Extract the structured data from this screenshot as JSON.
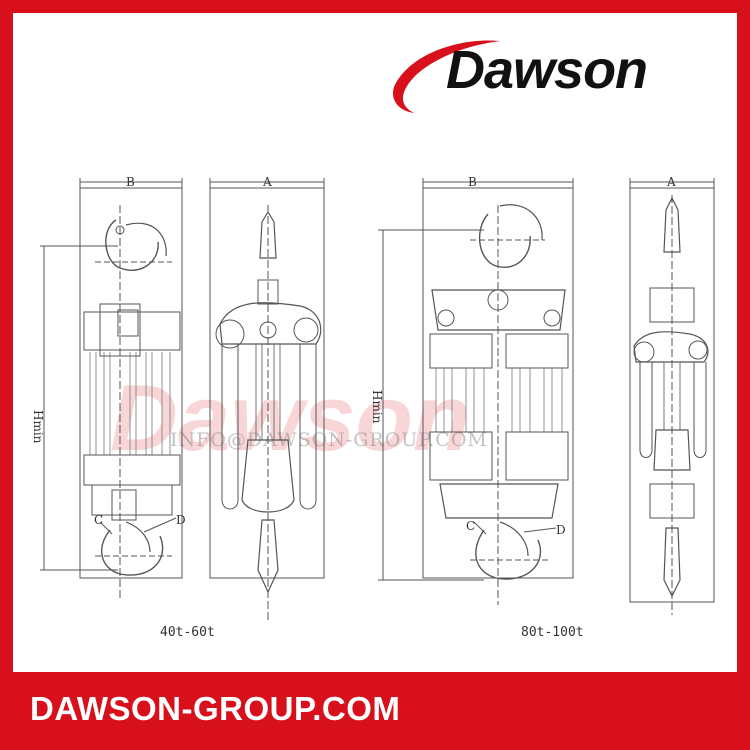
{
  "brand": {
    "name": "Dawson",
    "website": "DAWSON-GROUP.COM",
    "accent_color": "#d8101b"
  },
  "watermark": {
    "word": "Dawson",
    "url": "INFO@DAWSON-GROUP.COM"
  },
  "dimensions": {
    "a": "A",
    "b": "B",
    "c": "C",
    "d": "D",
    "hmin": "Hmin"
  },
  "models": [
    {
      "caption": "40t-60t"
    },
    {
      "caption": "80t-100t"
    }
  ]
}
